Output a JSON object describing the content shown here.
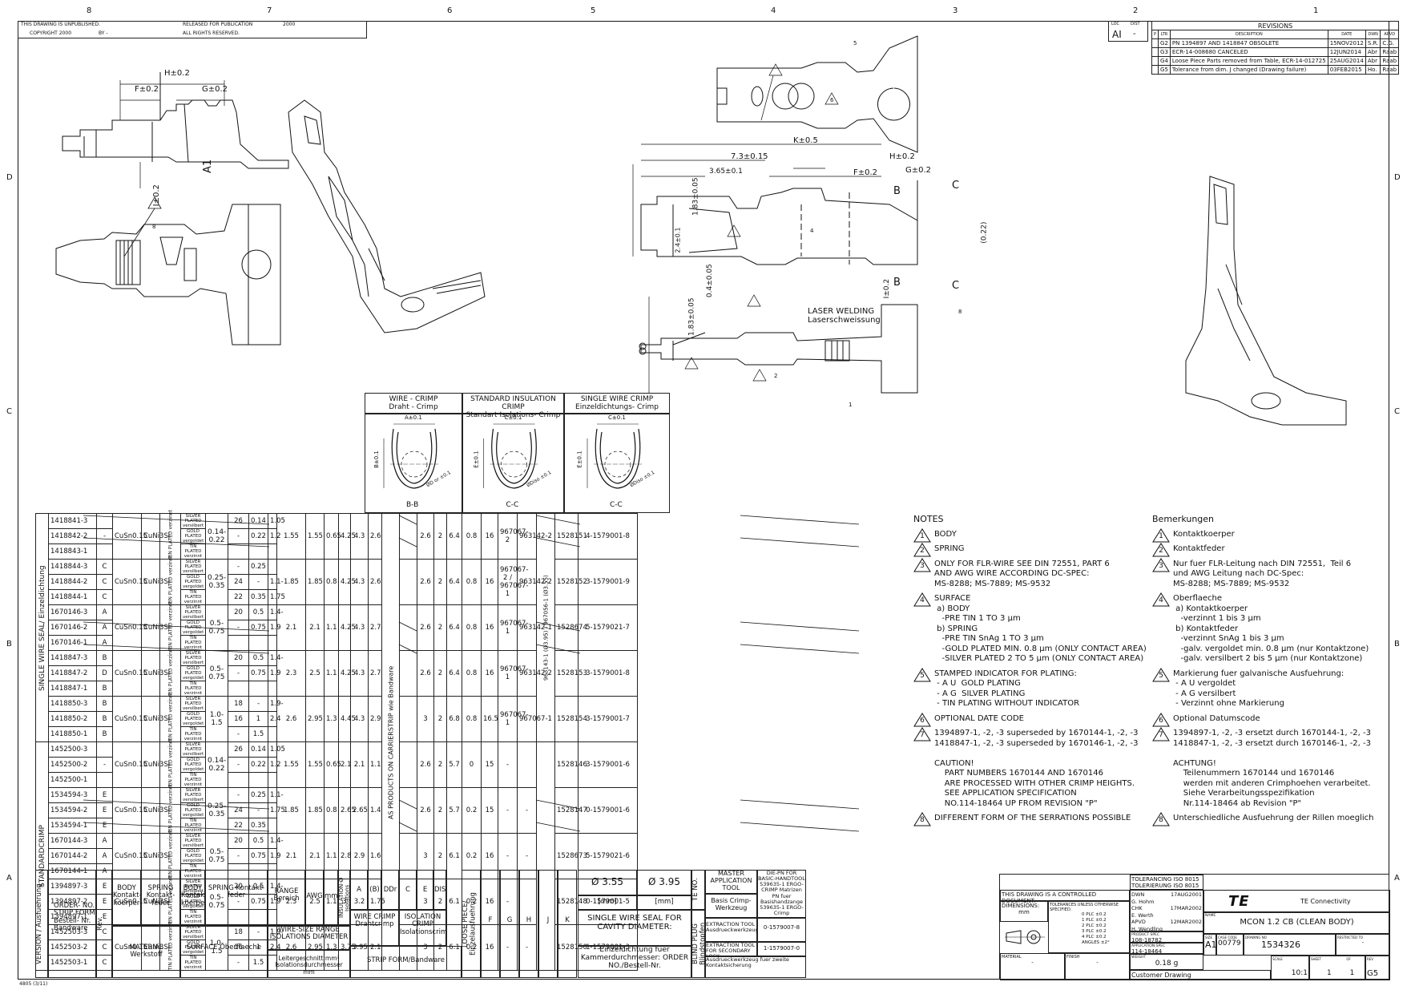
{
  "zones": {
    "top": [
      "8",
      "7",
      "6",
      "5",
      "4",
      "3",
      "2",
      "1"
    ],
    "side": [
      "D",
      "C",
      "B",
      "A"
    ]
  },
  "header_left": {
    "line1": "THIS DRAWING IS UNPUBLISHED.",
    "line1b": "RELEASED FOR PUBLICATION",
    "year": "2000",
    "copyright": "COPYRIGHT 2000",
    "by": "BY -",
    "rights": "ALL RIGHTS RESERVED."
  },
  "loc_dist": {
    "loc_label": "LOC",
    "loc_value": "AI",
    "dist_label": "DIST",
    "dist_value": "-"
  },
  "revisions": {
    "title": "REVISIONS",
    "headers": [
      "P",
      "LTR",
      "DESCRIPTION",
      "DATE",
      "DWN",
      "APVD"
    ],
    "rows": [
      [
        "",
        "G2",
        "PN 1394897 AND 1418847 OBSOLETE",
        "15NOV2012",
        "S.R.",
        "C.G."
      ],
      [
        "",
        "G3",
        "ECR-14-008680 CANCELED",
        "12JUN2014",
        "Abr",
        "Raab"
      ],
      [
        "",
        "G4",
        "Loose Piece Parts removed from Table, ECR-14-012725",
        "25AUG2014",
        "Abr",
        "Raab"
      ],
      [
        "",
        "G5",
        "Tolerance from dim. J changed (Drawing failure)",
        "03FEB2015",
        "Ho.",
        "Raab"
      ]
    ]
  },
  "dims": {
    "h_left": "H±0.2",
    "f_left": "F±0.2",
    "g_left": "G±0.2",
    "i_left": "I±0.2",
    "a1": "A1",
    "k_right": "K±0.5",
    "d73": "7.3±0.15",
    "d365": "3.65±0.1",
    "h_right": "H±0.2",
    "f_right": "F±0.2",
    "g_right": "G±0.2",
    "d183a": "1.83±0.05",
    "d24": "2.4±0.1",
    "d04": "0.4±0.05",
    "d183b": "1.83±0.05",
    "i_right": "I±0.2",
    "d022": "(0.22)",
    "sec_b": "B",
    "sec_c": "C",
    "laser_en": "LASER WELDING",
    "laser_de": "Laserschweissung"
  },
  "callouts": {
    "c1": "1",
    "c2": "2",
    "c5": "5",
    "c6": "6",
    "c4": "4",
    "c8": "8"
  },
  "crimp_sections": [
    {
      "en": "WIRE - CRIMP",
      "de": "Draht - Crimp",
      "dim_a": "A±0.1",
      "dim_b": "B±0.1",
      "dim_d": "ØD or ±0.1",
      "section": "B-B"
    },
    {
      "en": "STANDARD INSULATION CRIMP",
      "de": "Standart Isolations- Crimp",
      "dim_a": "C±0.1",
      "dim_b": "E±0.1",
      "dim_d": "ØDiso ±0.1",
      "section": "C-C"
    },
    {
      "en": "SINGLE WIRE CRIMP",
      "de": "Einzeldichtungs- Crimp",
      "dim_a": "C±0.1",
      "dim_b": "E±0.1",
      "dim_d": "ØDiso ±0.1",
      "section": "C-C"
    }
  ],
  "table": {
    "group_labels": {
      "single": "SINGLE WIRE SEAL/ Einzeldichtung",
      "standard": "STANDARDCRIMP",
      "carrier": "AS PRODUCTS ON CARRIERSTRIP wie Bandware",
      "cavity": "963143-1 (Ø3.95) / 967056-1 (Ø3.55)"
    },
    "material": {
      "body": "CuSn0.15",
      "spring": "CuNi3Si"
    },
    "plating_labels": {
      "vertical": "TIN PLATED verzinnt",
      "silver": "SILVER PLATED versilbert",
      "gold": "GOLD PLATED vergoldet",
      "tin": "TIN PLATED verzinnt"
    },
    "rows": [
      {
        "pn": [
          "1418841-3",
          "1418842-2",
          "1418843-1"
        ],
        "rev": [
          "",
          "-",
          ""
        ],
        "range": "0.14-0.22",
        "awg": [
          "26",
          "-",
          ""
        ],
        "mm2": [
          "0.14",
          "0.22",
          ""
        ],
        "iso": [
          "1.05",
          "1.2",
          ""
        ],
        "dims": [
          "1.55",
          "1.55",
          "0.65",
          "4.25",
          "4.3",
          "2.6"
        ],
        "fghjk": [
          "2.6",
          "2",
          "6.4",
          "0.8",
          "16"
        ],
        "seal355": "967067-2",
        "seal395": "963142-2",
        "tool": "1528151",
        "die": "4-1579001-8",
        "crossed": true
      },
      {
        "pn": [
          "1418844-3",
          "1418844-2",
          "1418844-1"
        ],
        "rev": [
          "C",
          "C",
          "C"
        ],
        "range": "0.25-0.35",
        "awg": [
          "-",
          "24",
          "22"
        ],
        "mm2": [
          "0.25",
          "-",
          "0.35"
        ],
        "iso": [
          "",
          "1.1-",
          "1.75"
        ],
        "dims": [
          "1.85",
          "1.85",
          "0.8",
          "4.25",
          "4.3",
          "2.6"
        ],
        "fghjk": [
          "2.6",
          "2",
          "6.4",
          "0.8",
          "16"
        ],
        "seal355": "967067-2 / 967067-1",
        "seal395": "963142-2",
        "tool": "1528152",
        "die": "3-1579001-9"
      },
      {
        "pn": [
          "1670146-3",
          "1670146-2",
          "1670146-1"
        ],
        "rev": [
          "A",
          "A",
          "A"
        ],
        "range": "0.5-0.75",
        "awg": [
          "20",
          "-",
          ""
        ],
        "mm2": [
          "0.5",
          "0.75",
          ""
        ],
        "iso": [
          "1.4-",
          "1.9",
          ""
        ],
        "dims": [
          "2.1",
          "2.1",
          "1.1",
          "4.25",
          "4.3",
          "2.7"
        ],
        "fghjk": [
          "2.6",
          "2",
          "6.4",
          "0.8",
          "16"
        ],
        "seal355": "967067-1",
        "seal395": "963142-1",
        "tool": "1528674",
        "die": "5-1579021-7"
      },
      {
        "pn": [
          "1418847-3",
          "1418847-2",
          "1418847-1"
        ],
        "rev": [
          "B",
          "D",
          "B"
        ],
        "range": "0.5-0.75",
        "awg": [
          "20",
          "-",
          ""
        ],
        "mm2": [
          "0.5",
          "0.75",
          ""
        ],
        "iso": [
          "1.4-",
          "1.9",
          ""
        ],
        "dims": [
          "2.3",
          "2.5",
          "1.1",
          "4.25",
          "4.3",
          "2.7"
        ],
        "fghjk": [
          "2.6",
          "2",
          "6.4",
          "0.8",
          "16"
        ],
        "seal355": "967067-1",
        "seal395": "963142-2",
        "tool": "1528153",
        "die": "3-1579001-8",
        "crossed": true
      },
      {
        "pn": [
          "1418850-3",
          "1418850-2",
          "1418850-1"
        ],
        "rev": [
          "B",
          "B",
          "B"
        ],
        "range": "1.0-1.5",
        "awg": [
          "18",
          "16",
          "-"
        ],
        "mm2": [
          "-",
          "1",
          "1.5"
        ],
        "iso": [
          "1.9-",
          "2.4",
          ""
        ],
        "dims": [
          "2.6",
          "2.95",
          "1.3",
          "4.45",
          "4.3",
          "2.9"
        ],
        "fghjk": [
          "3",
          "2",
          "6.8",
          "0.8",
          "16.5"
        ],
        "seal355": "967067-1",
        "seal395": "967067-1",
        "tool": "1528154",
        "die": "3-1579001-7"
      },
      {
        "pn": [
          "1452500-3",
          "1452500-2",
          "1452500-1"
        ],
        "rev": [
          "",
          "-",
          ""
        ],
        "range": "0.14-0.22",
        "awg": [
          "26",
          "-",
          ""
        ],
        "mm2": [
          "0.14",
          "0.22",
          ""
        ],
        "iso": [
          "1.05",
          "1.2",
          ""
        ],
        "dims": [
          "1.55",
          "1.55",
          "0.65",
          "2.1",
          "2.1",
          "1.1"
        ],
        "fghjk": [
          "2.6",
          "2",
          "5.7",
          "0",
          "15"
        ],
        "seal355": "-",
        "seal395": "",
        "tool": "1528146",
        "die": "3-1579001-6"
      },
      {
        "pn": [
          "1534594-3",
          "1534594-2",
          "1534594-1"
        ],
        "rev": [
          "E",
          "E",
          "E"
        ],
        "range": "0.25-0.35",
        "awg": [
          "-",
          "24",
          "22"
        ],
        "mm2": [
          "0.25",
          "-",
          "0.35"
        ],
        "iso": [
          "1.1-",
          "1.75",
          ""
        ],
        "dims": [
          "1.85",
          "1.85",
          "0.8",
          "2.65",
          "2.65",
          "1.4"
        ],
        "fghjk": [
          "2.6",
          "2",
          "5.7",
          "0.2",
          "15"
        ],
        "seal355": "-",
        "seal395": "-",
        "tool": "1528147",
        "die": "0-1579001-6"
      },
      {
        "pn": [
          "1670144-3",
          "1670144-2",
          "1670144-1"
        ],
        "rev": [
          "A",
          "A",
          "A"
        ],
        "range": "0.5-0.75",
        "awg": [
          "20",
          "-",
          ""
        ],
        "mm2": [
          "0.5",
          "0.75",
          ""
        ],
        "iso": [
          "1.4-",
          "1.9",
          ""
        ],
        "dims": [
          "2.1",
          "2.1",
          "1.1",
          "2.8",
          "2.9",
          "1.6"
        ],
        "fghjk": [
          "3",
          "2",
          "6.1",
          "0.2",
          "16"
        ],
        "seal355": "-",
        "seal395": "-",
        "tool": "1528673",
        "die": "5-1579021-6"
      },
      {
        "pn": [
          "1394897-3",
          "1394897-2",
          "1394897-1"
        ],
        "rev": [
          "E",
          "E",
          "E"
        ],
        "range": "0.5-0.75",
        "awg": [
          "20",
          "-",
          ""
        ],
        "mm2": [
          "0.5",
          "0.75",
          ""
        ],
        "iso": [
          "1.4-",
          "1.9",
          ""
        ],
        "dims": [
          "2.3",
          "2.5",
          "1.1",
          "3",
          "3.2",
          "1.75"
        ],
        "fghjk": [
          "3",
          "2",
          "6.1",
          "0.2",
          "16"
        ],
        "seal355": "-",
        "seal395": "",
        "tool": "1528148",
        "die": "0-1579001-5",
        "crossed": true
      },
      {
        "pn": [
          "1452503-3",
          "1452503-2",
          "1452503-1"
        ],
        "rev": [
          "C",
          "C",
          "C"
        ],
        "range": "1.0-1.5",
        "awg": [
          "18",
          "16",
          "-"
        ],
        "mm2": [
          "-",
          "1",
          "1.5"
        ],
        "iso": [
          "1.9-",
          "2.4",
          ""
        ],
        "dims": [
          "2.6",
          "2.95",
          "1.3",
          "3.75",
          "3.95",
          "2.1"
        ],
        "fghjk": [
          "3",
          "2",
          "6.1",
          "0.2",
          "16"
        ],
        "seal355": "-",
        "seal395": "-",
        "tool": "1528150",
        "die": "1-1579001-3"
      }
    ],
    "footer": {
      "version": "VERSION / Ausfuehrung",
      "order": "ORDER- NO. STRIP FORM Bestell- Nr. Bandware",
      "rev": "Rev.",
      "body": "BODY Kontakt- koerper",
      "spring": "SPRING Kontakt- feder",
      "body2": "BODY Kontakt- koerper",
      "spring2": "SPRING Kontakt- feder",
      "material": "MATERIAL Werkstoff",
      "surface": "SURFACE Oberflaeche",
      "range": "RANGE Bereich",
      "awg": "AWG",
      "mm2": "mm²",
      "iso": "INSULATION-Ø Isolations",
      "wire_size": "WIRE-SIZE RANGE ISOLATIONS DIAMETER",
      "leiter": "Leitergeschnitt mm² Isolationsdurchmesser mm",
      "cols_a": [
        "A",
        "(B)",
        "DDr",
        "C",
        "E",
        "DISO"
      ],
      "wire_crimp": "WIRE CRIMP Drahtcrimp",
      "iso_crimp": "ISOLATION CRIMP Isolationscrimp",
      "strip": "STRIP FORM/Bandware",
      "loose": "LOOSE PIECE/ Einzelausfuehrung",
      "cols_f": [
        "F",
        "G",
        "H",
        "J",
        "K"
      ],
      "phi355": "Ø 3.55",
      "phi395": "Ø 3.95",
      "mm": "[mm]",
      "seal_title": "SINGLE WIRE SEAL FOR CAVITY DIAMETER:",
      "seal_de": "Einzeldichtung fuer Kammerdurchmesser: ORDER NO./Bestell-Nr.",
      "te_no": "TE NO.",
      "blind": "BLIND PLUG Blindstopfen",
      "master": "MASTER APPLICATION TOOL",
      "basis": "Basis Crimp- Werkzeug",
      "extraction": "EXTRACTION TOOL Ausdrueckwerkzeug",
      "ext_no": "0-1579007-8",
      "extraction2": "EXTRACTION TOOL FOR SECONDARY LOCK",
      "ext2_no": "1-1579007-0",
      "ext2_de": "Ausdrueckwerkzeug fuer zweite Kontaktsicherung",
      "die": "DIE-PN FOR BASIC-HANDTOOL 539635-1 ERGO-CRIMP Matrizen PN fuer Basishandzange 539635-1 ERGO-Crimp"
    }
  },
  "notes": {
    "title": "NOTES",
    "items": [
      {
        "n": "1",
        "text": "BODY"
      },
      {
        "n": "2",
        "text": "SPRING"
      },
      {
        "n": "3",
        "text": "ONLY FOR FLR-WIRE SEE DIN 72551, PART 6\nAND AWG WIRE ACCORDING DC-SPEC:\nMS-8288; MS-7889; MS-9532"
      },
      {
        "n": "4",
        "text": "SURFACE\n a) BODY\n   -PRE TIN 1 TO 3 µm\n b) SPRING\n   -PRE TIN SnAg 1 TO 3 µm\n   -GOLD PLATED MIN. 0.8 µm (ONLY CONTACT AREA)\n   -SILVER PLATED 2 TO 5 µm (ONLY CONTACT AREA)"
      },
      {
        "n": "5",
        "text": "STAMPED INDICATOR FOR PLATING:\n - A U  GOLD PLATING\n - A G  SILVER PLATING\n - TIN PLATING WITHOUT INDICATOR"
      },
      {
        "n": "6",
        "text": "OPTIONAL DATE CODE"
      },
      {
        "n": "7",
        "text": "1394897-1, -2, -3 superseded by 1670144-1, -2, -3\n1418847-1, -2, -3 superseded by 1670146-1, -2, -3\n\nCAUTION!\n    PART NUMBERS 1670144 AND 1670146\n    ARE PROCESSED WITH OTHER CRIMP HEIGHTS.\n    SEE APPLICATION SPECIFICATION\n    NO.114-18464 UP FROM REVISION \"P\""
      },
      {
        "n": "8",
        "text": "DIFFERENT FORM OF THE SERRATIONS POSSIBLE"
      }
    ]
  },
  "bemerkungen": {
    "title": "Bemerkungen",
    "items": [
      {
        "n": "1",
        "text": "Kontaktkoerper"
      },
      {
        "n": "2",
        "text": "Kontaktfeder"
      },
      {
        "n": "3",
        "text": "Nur fuer FLR-Leitung nach DIN 72551,  Teil 6\nund AWG Leitung nach DC-Spec:\nMS-8288; MS-7889; MS-9532"
      },
      {
        "n": "4",
        "text": "Oberflaeche\n a) Kontaktkoerper\n   -verzinnt 1 bis 3 µm\n b) Kontaktfeder\n   -verzinnt SnAg 1 bis 3 µm\n   -galv. vergoldet min. 0.8 µm (nur Kontaktzone)\n   -galv. versilbert 2 bis 5 µm (nur Kontaktzone)"
      },
      {
        "n": "5",
        "text": "Markierung fuer galvanische Ausfuehrung:\n - A U vergoldet\n - A G versilbert\n - Verzinnt ohne Markierung"
      },
      {
        "n": "6",
        "text": "Optional Datumscode"
      },
      {
        "n": "7",
        "text": "1394897-1, -2, -3 ersetzt durch 1670144-1, -2, -3\n1418847-1, -2, -3 ersetzt durch 1670146-1, -2, -3\n\nACHTUNG!\n    Teilenummern 1670144 und 1670146\n    werden mit anderen Crimphoehen verarbeitet.\n    Siehe Verarbeitungsspezifikation\n    Nr.114-18464 ab Revision \"P\""
      },
      {
        "n": "8",
        "text": "Unterschiedliche Ausfuehrung der Rillen moeglich"
      }
    ]
  },
  "title_block": {
    "controlled": "THIS DRAWING IS A CONTROLLED DOCUMENT.",
    "tolerancing": "TOLERANCING ISO 8015",
    "tolerierung": "TOLERIERUNG ISO 8015",
    "dimensions": "DIMENSIONS:",
    "unit": "mm",
    "tol_unless": "TOLERANCES UNLESS OTHERWISE SPECIFIED:",
    "tol_rows": [
      "0 PLC ±0.2",
      "1 PLC ±0.2",
      "2 PLC ±0.2",
      "3 PLC ±0.2",
      "4 PLC ±0.2",
      "ANGLES ±2°"
    ],
    "dwn_label": "DWN",
    "dwn_name": "G. Hohm",
    "dwn_date": "17AUG2001",
    "chk_label": "CHK",
    "chk_name": "E. Werth",
    "chk_date": "17MAR2002",
    "appvd_label": "APVD",
    "appvd_name": "H. Wendling",
    "appvd_date": "12MAR2002",
    "product_spec_label": "PRODUCT SPEC",
    "product_spec": "108-18782",
    "app_spec_label": "APPLICATION SPEC",
    "app_spec": "114-18464",
    "weight_label": "WEIGHT",
    "weight": "0.18 g",
    "material_label": "MATERIAL",
    "material": "-",
    "finish_label": "FINISH",
    "finish": "-",
    "company": "TE Connectivity",
    "logo": "TE",
    "name_label": "NAME",
    "name": "MCON 1.2 CB (CLEAN BODY)",
    "size_label": "SIZE",
    "size": "A1",
    "cage_label": "CAGE CODE",
    "cage": "00779",
    "dwg_label": "DRAWING NO",
    "dwg": "1534326",
    "restricted_label": "RESTRICTED TO",
    "restricted": "-",
    "customer": "Customer Drawing",
    "scale_label": "SCALE",
    "scale": "10:1",
    "sheet_label": "SHEET",
    "sheet": "1",
    "of_label": "OF",
    "of": "1",
    "rev_label": "REV",
    "rev": "G5"
  },
  "form_no": "4805 (3/11)"
}
